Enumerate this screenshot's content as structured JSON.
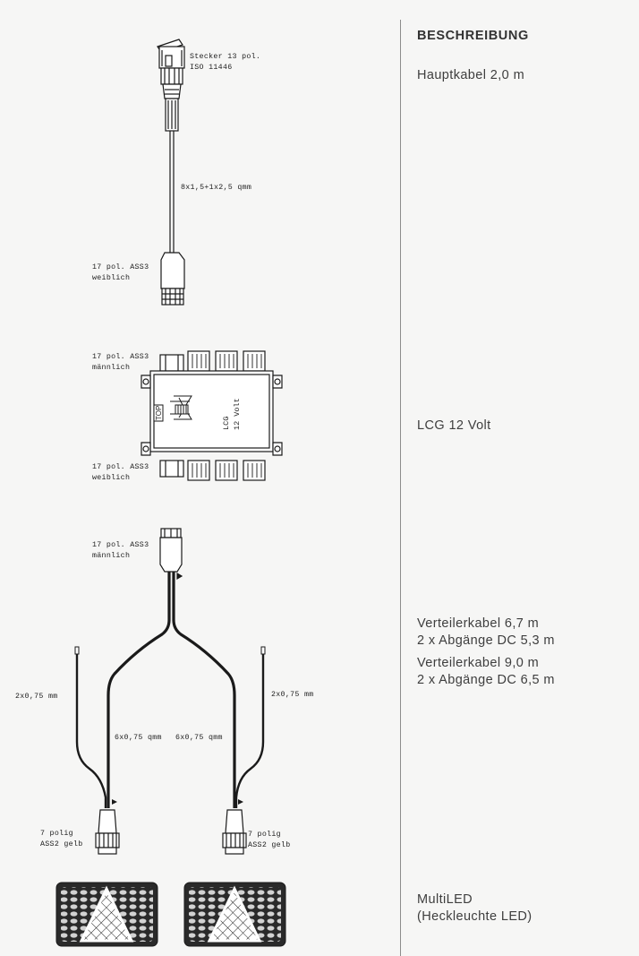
{
  "description": {
    "heading": "BESCHREIBUNG",
    "main_cable": "Hauptkabel 2,0 m",
    "lcg": "LCG 12 Volt",
    "distributor_1": "Verteilerkabel 6,7 m",
    "outputs_1": "2 x Abgänge DC 5,3 m",
    "distributor_2": "Verteilerkabel 9,0 m",
    "outputs_2": "2 x Abgänge DC 6,5 m",
    "multiled_1": "MultiLED",
    "multiled_2": "(Heckleuchte LED)"
  },
  "labels": {
    "plug_1": "Stecker 13 pol.",
    "plug_2": "ISO 11446",
    "cable_spec": "8x1,5+1x2,5 qmm",
    "main_end_1": "17 pol. ASS3",
    "main_end_2": "weiblich",
    "lcg_top_1": "17 pol. ASS3",
    "lcg_top_2": "männlich",
    "lcg_bottom_1": "17 pol. ASS3",
    "lcg_bottom_2": "weiblich",
    "lcg_box_1": "LCG",
    "lcg_box_2": "12 Volt",
    "lcg_top_tag": "TOP",
    "dist_plug_1": "17 pol. ASS3",
    "dist_plug_2": "männlich",
    "side_cable_left": "2x0,75 mm",
    "side_cable_right": "2x0,75 mm",
    "branch_left": "6x0,75 qmm",
    "branch_right": "6x0,75 qmm",
    "left_conn_1": "7 polig",
    "left_conn_2": "ASS2 gelb",
    "right_conn_1": "7 polig",
    "right_conn_2": "ASS2 gelb"
  },
  "colors": {
    "background": "#f6f6f5",
    "line": "#1a1a1a",
    "divider": "#8c8c8c",
    "text": "#3e3e3e"
  }
}
